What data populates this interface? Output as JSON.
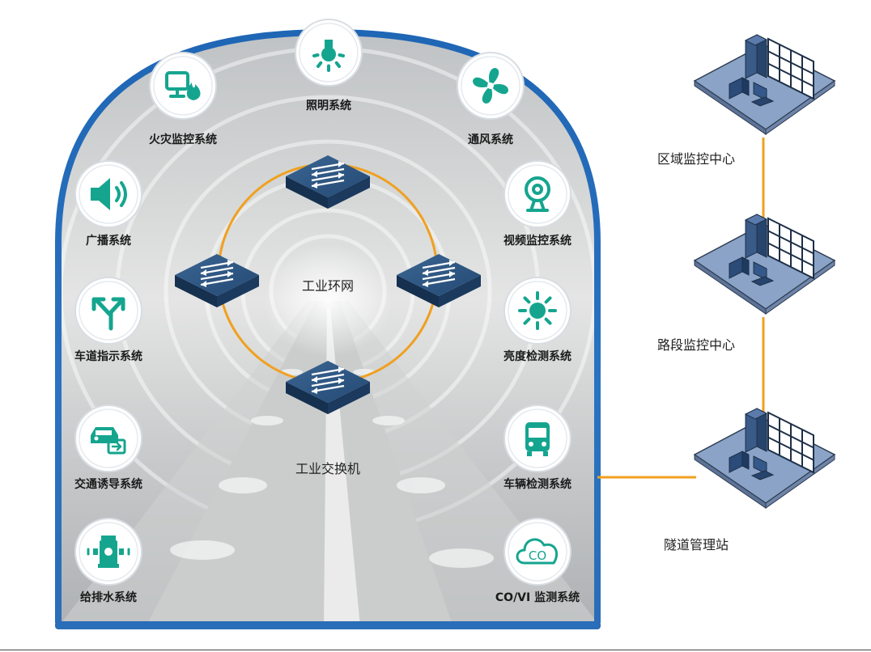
{
  "colors": {
    "frame_blue": "#1f66b5",
    "ring_orange": "#f0a020",
    "icon_teal": "#15a58f",
    "switch_navy": "#1d3c63",
    "site_floor": "#8aa3c7"
  },
  "network": {
    "ring_label": "工业环网",
    "switch_label": "工业交换机"
  },
  "systems": [
    {
      "id": "fire",
      "label": "火灾监控系统",
      "icon": "fire-monitor-icon"
    },
    {
      "id": "lighting",
      "label": "照明系统",
      "icon": "light-bulb-icon"
    },
    {
      "id": "ventilation",
      "label": "通风系统",
      "icon": "fan-icon"
    },
    {
      "id": "broadcast",
      "label": "广播系统",
      "icon": "speaker-icon"
    },
    {
      "id": "video",
      "label": "视频监控系统",
      "icon": "webcam-icon"
    },
    {
      "id": "lane",
      "label": "车道指示系统",
      "icon": "lane-arrow-icon"
    },
    {
      "id": "brightness",
      "label": "亮度检测系统",
      "icon": "sun-icon"
    },
    {
      "id": "guidance",
      "label": "交通诱导系统",
      "icon": "car-guidance-icon"
    },
    {
      "id": "vehicle",
      "label": "车辆检测系统",
      "icon": "bus-icon"
    },
    {
      "id": "water",
      "label": "给排水系统",
      "icon": "hydrant-icon"
    },
    {
      "id": "co",
      "label": "CO/VI 监测系统",
      "icon": "co-cloud-icon"
    }
  ],
  "sites": [
    {
      "id": "regional",
      "label": "区域监控中心"
    },
    {
      "id": "section",
      "label": "路段监控中心"
    },
    {
      "id": "station",
      "label": "隧道管理站"
    }
  ]
}
